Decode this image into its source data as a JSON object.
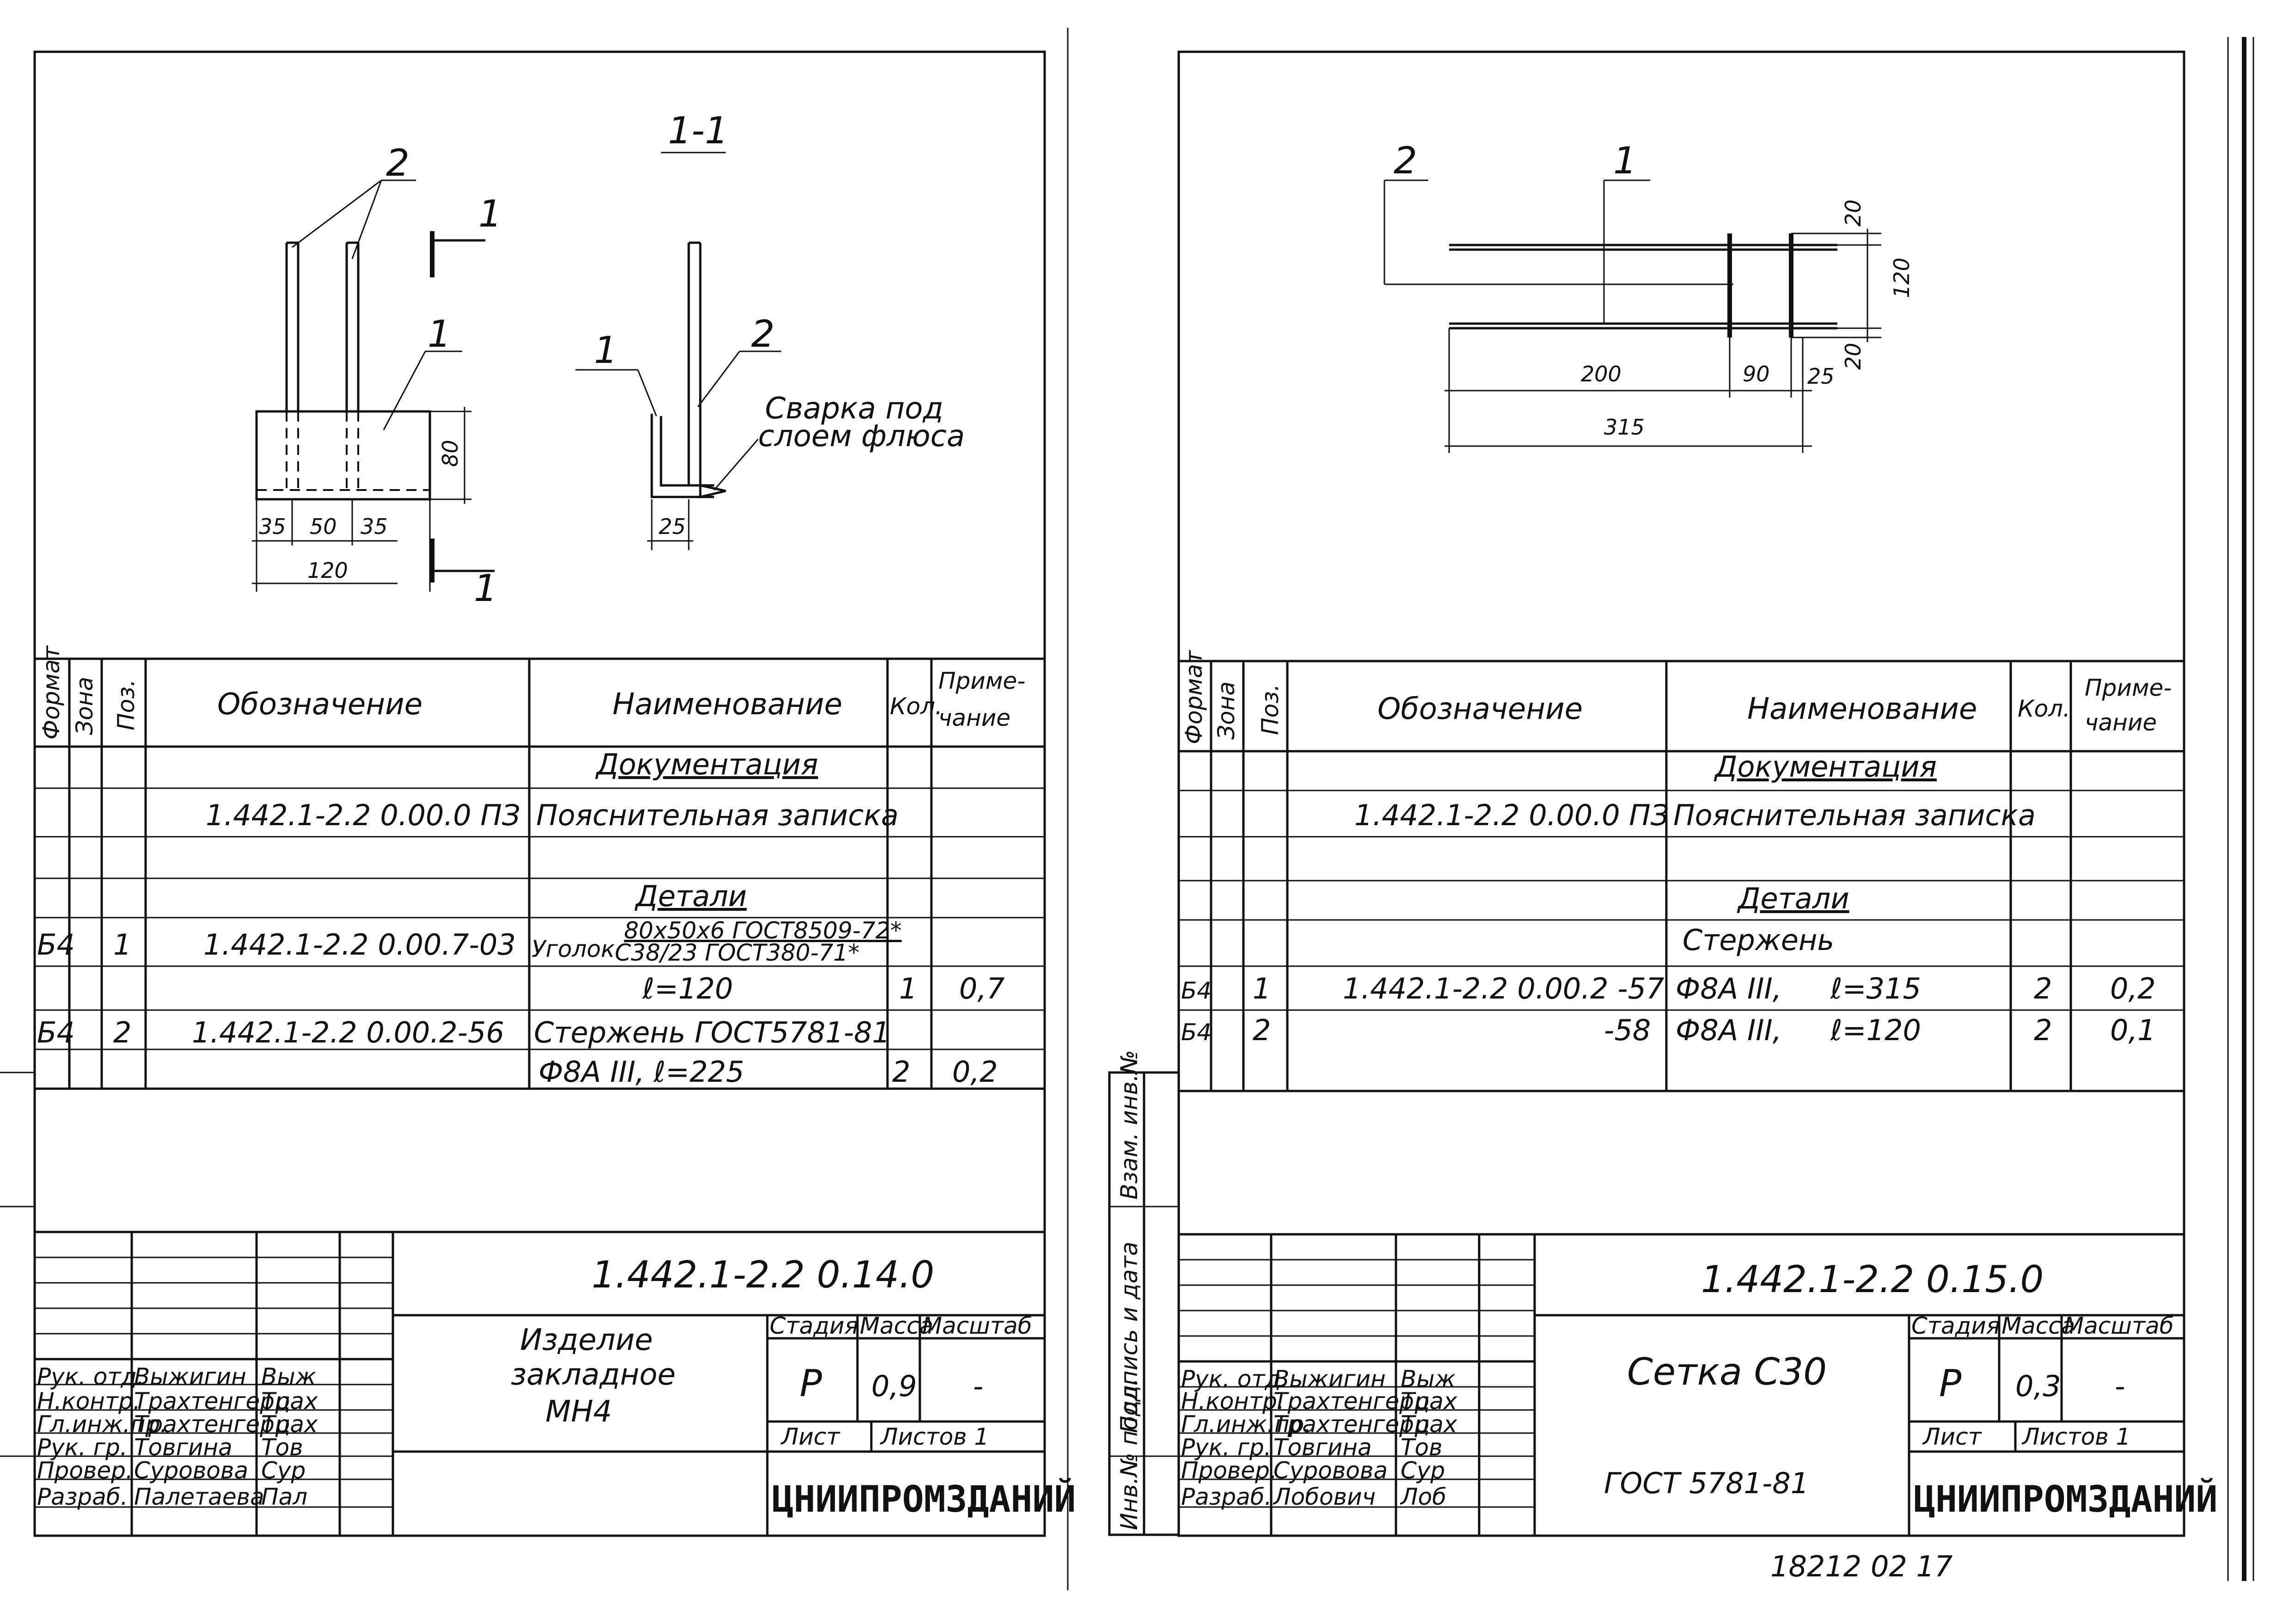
{
  "left": {
    "drawing": {
      "section_label": "1-1",
      "section_mark": "1",
      "pos1": "1",
      "pos2": "2",
      "dim_35a": "35",
      "dim_50": "50",
      "dim_35b": "35",
      "dim_120": "120",
      "dim_80": "80",
      "dim_25": "25",
      "weld_note_line1": "Сварка под",
      "weld_note_line2": "слоем флюса"
    },
    "table": {
      "headers": {
        "format": "Формат",
        "zone": "Зона",
        "pos": "Поз.",
        "designation": "Обозначение",
        "name": "Наименование",
        "qty": "Кол.",
        "note_line1": "Приме-",
        "note_line2": "чание"
      },
      "section_docs": "Документация",
      "doc_designation": "1.442.1-2.2 0.00.0 ПЗ",
      "doc_name": "Пояснительная записка",
      "section_details": "Детали",
      "rows": [
        {
          "format": "Б4",
          "pos": "1",
          "designation": "1.442.1-2.2 0.00.7-03",
          "name_prefix": "Уголок",
          "name_top": "80x50x6 ГОСТ8509-72*",
          "name_bottom": "С38/23 ГОСТ380-71*",
          "length": "ℓ=120",
          "qty": "1",
          "note": "0,7"
        },
        {
          "format": "Б4",
          "pos": "2",
          "designation": "1.442.1-2.2 0.00.2-56",
          "name": "Стержень ГОСТ5781-81",
          "spec": "Ф8А III, ℓ=225",
          "qty": "2",
          "note": "0,2"
        }
      ]
    },
    "title_block": {
      "code": "1.442.1-2.2 0.14.0",
      "title_line1": "Изделие",
      "title_line2": "закладное",
      "title_line3": "МН4",
      "stage_label": "Стадия",
      "mass_label": "Масса",
      "scale_label": "Масштаб",
      "stage": "Р",
      "mass": "0,9",
      "scale": "-",
      "sheet_label": "Лист",
      "sheets_label": "Листов 1",
      "org": "ЦНИИПРОМЗДАНИЙ",
      "roles": [
        "Рук. отд.",
        "Н.контр.",
        "Гл.инж.пр.",
        "Рук. гр.",
        "Провер.",
        "Разраб."
      ],
      "names": [
        "Выжигин",
        "Трахтенгерц",
        "Трахтенгерц",
        "Товгина",
        "Суровова",
        "Палетаева"
      ],
      "signatures": [
        "Выж",
        "Трах",
        "Трах",
        "Тов",
        "Сур",
        "Пал"
      ]
    }
  },
  "right": {
    "drawing": {
      "pos1": "1",
      "pos2": "2",
      "dim_20a": "20",
      "dim_120": "120",
      "dim_20b": "20",
      "dim_200": "200",
      "dim_90": "90",
      "dim_25": "25",
      "dim_315": "315"
    },
    "table": {
      "headers": {
        "format": "Формат",
        "zone": "Зона",
        "pos": "Поз.",
        "designation": "Обозначение",
        "name": "Наименование",
        "qty": "Кол.",
        "note_line1": "Приме-",
        "note_line2": "чание"
      },
      "section_docs": "Документация",
      "doc_designation": "1.442.1-2.2 0.00.0 ПЗ",
      "doc_name": "Пояснительная записка",
      "section_details": "Детали",
      "rod_label": "Стержень",
      "rows": [
        {
          "format": "Б4",
          "pos": "1",
          "designation": "1.442.1-2.2 0.00.2 -57",
          "bar": "Ф8А III,",
          "length": "ℓ=315",
          "qty": "2",
          "note": "0,2"
        },
        {
          "format": "Б4",
          "pos": "2",
          "designation": "-58",
          "bar": "Ф8А III,",
          "length": "ℓ=120",
          "qty": "2",
          "note": "0,1"
        }
      ]
    },
    "side_stamp": [
      "Инв.№ подл.",
      "Подпись и дата",
      "Взам. инв.№"
    ],
    "title_block": {
      "code": "1.442.1-2.2 0.15.0",
      "title": "Сетка С30",
      "gost": "ГОСТ 5781-81",
      "stage_label": "Стадия",
      "mass_label": "Масса",
      "scale_label": "Масштаб",
      "stage": "Р",
      "mass": "0,3",
      "scale": "-",
      "sheet_label": "Лист",
      "sheets_label": "Листов 1",
      "org": "ЦНИИПРОМЗДАНИЙ",
      "roles": [
        "Рук. отд.",
        "Н.контр.",
        "Гл.инж.пр.",
        "Рук. гр.",
        "Провер.",
        "Разраб."
      ],
      "names": [
        "Выжигин",
        "Трахтенгерц",
        "Трахтенгерц",
        "Товгина",
        "Суровова",
        "Лобович"
      ],
      "signatures": [
        "Выж",
        "Трах",
        "Трах",
        "Тов",
        "Сур",
        "Лоб"
      ]
    },
    "footer_number": "18212 02   17"
  }
}
